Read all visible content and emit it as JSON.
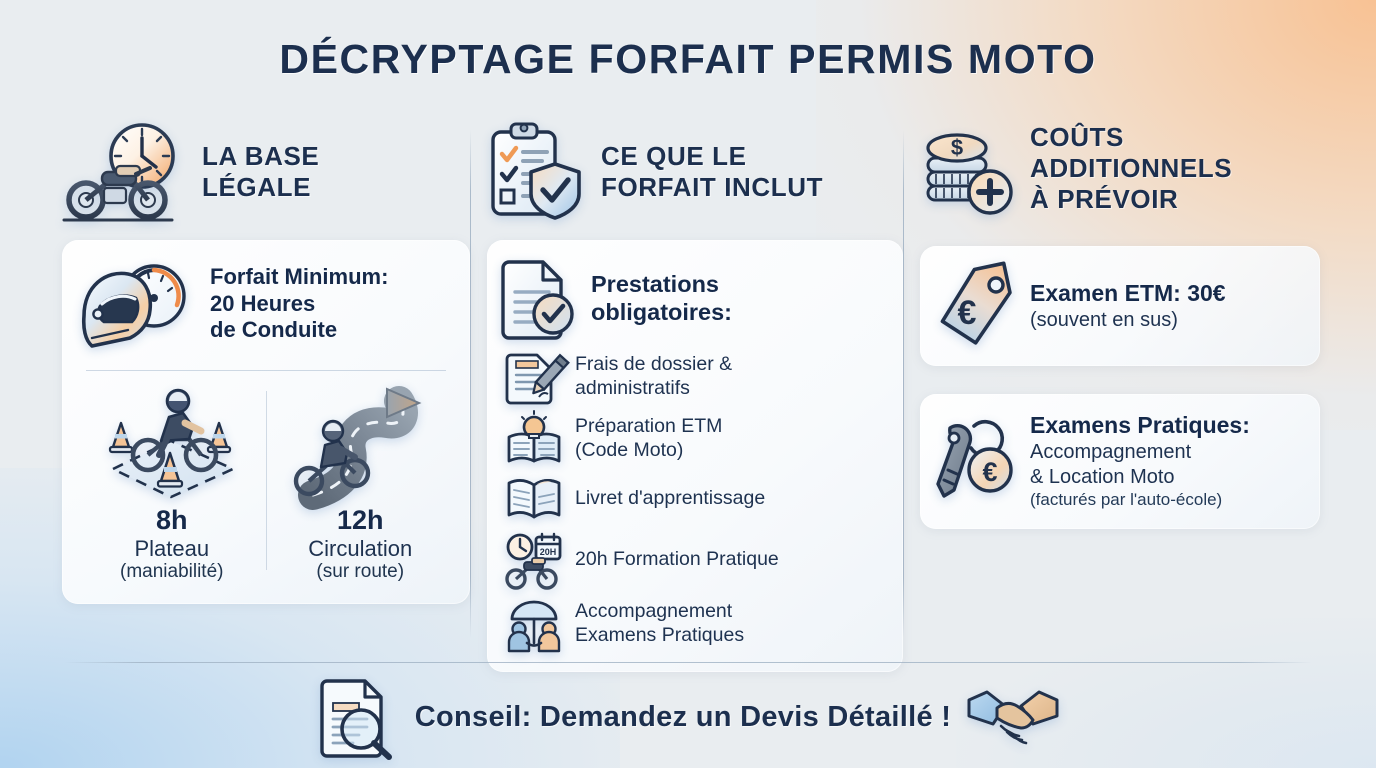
{
  "title": "DÉCRYPTAGE FORFAIT PERMIS MOTO",
  "colors": {
    "background": "#e9ecef",
    "ink": "#1c2f4e",
    "accent_warm": "#f0a868",
    "accent_cool": "#a3cdf0",
    "card": "#fbfdff"
  },
  "columns": [
    {
      "id": "base-legale",
      "header": {
        "title": "LA BASE\nLÉGALE",
        "line1": "LA BASE",
        "line2": "LÉGALE",
        "icon": "motorcycle-clock-icon"
      },
      "card": {
        "icon": "helmet-speedometer-icon",
        "heading_line1": "Forfait Minimum:",
        "heading_line2": "20 Heures",
        "heading_line3": "de Conduite",
        "stats": [
          {
            "icon": "motorcycle-cones-icon",
            "hours": "8h",
            "label": "Plateau",
            "paren": "(maniabilité)"
          },
          {
            "icon": "motorcycle-road-icon",
            "hours": "12h",
            "label": "Circulation",
            "paren": "(sur route)"
          }
        ]
      }
    },
    {
      "id": "forfait-inclut",
      "header": {
        "line1": "CE QUE LE",
        "line2": "FORFAIT INCLUT",
        "icon": "clipboard-shield-icon"
      },
      "card": {
        "icon": "document-check-icon",
        "heading_line1": "Prestations",
        "heading_line2": "obligatoires:",
        "items": [
          {
            "icon": "document-pencil-icon",
            "line1": "Frais de dossier &",
            "line2": "administratifs"
          },
          {
            "icon": "book-lightbulb-icon",
            "line1": "Préparation ETM",
            "line2": "(Code Moto)"
          },
          {
            "icon": "open-book-icon",
            "line1": "Livret d'apprentissage",
            "line2": ""
          },
          {
            "icon": "clock-calendar-motorcycle-icon",
            "line1": "20h Formation Pratique",
            "line2": ""
          },
          {
            "icon": "umbrella-people-icon",
            "line1": "Accompagnement",
            "line2": "Examens Pratiques"
          }
        ]
      }
    },
    {
      "id": "couts-additionnels",
      "header": {
        "line1": "COÛTS",
        "line2": "ADDITIONNELS",
        "line3": "À PRÉVOIR",
        "icon": "coin-stack-plus-icon"
      },
      "cards": [
        {
          "icon": "euro-price-tag-icon",
          "heading": "Examen ETM: 30€",
          "sub": "(souvent en sus)"
        },
        {
          "icon": "key-euro-icon",
          "heading": "Examens Pratiques:",
          "sub_line1": "Accompagnement",
          "sub_line2": "& Location Moto",
          "note": "(facturés par l'auto-école)"
        }
      ]
    }
  ],
  "footer": {
    "left_icon": "document-magnifier-icon",
    "text": "Conseil: Demandez un Devis Détaillé !",
    "right_icon": "handshake-icon"
  }
}
